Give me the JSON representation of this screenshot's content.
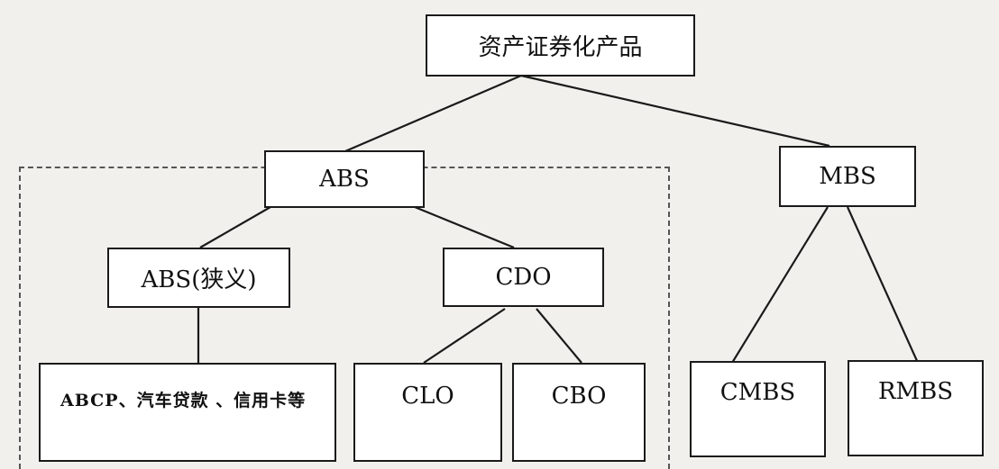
{
  "diagram": {
    "root": "资产证券化产品",
    "abs": "ABS",
    "mbs": "MBS",
    "abs_narrow": "ABS(狭义)",
    "cdo": "CDO",
    "abs_narrow_examples": "ABCP、汽车贷款 、信用卡等",
    "clo": "CLO",
    "cbo": "CBO",
    "cmbs": "CMBS",
    "rmbs": "RMBS"
  }
}
